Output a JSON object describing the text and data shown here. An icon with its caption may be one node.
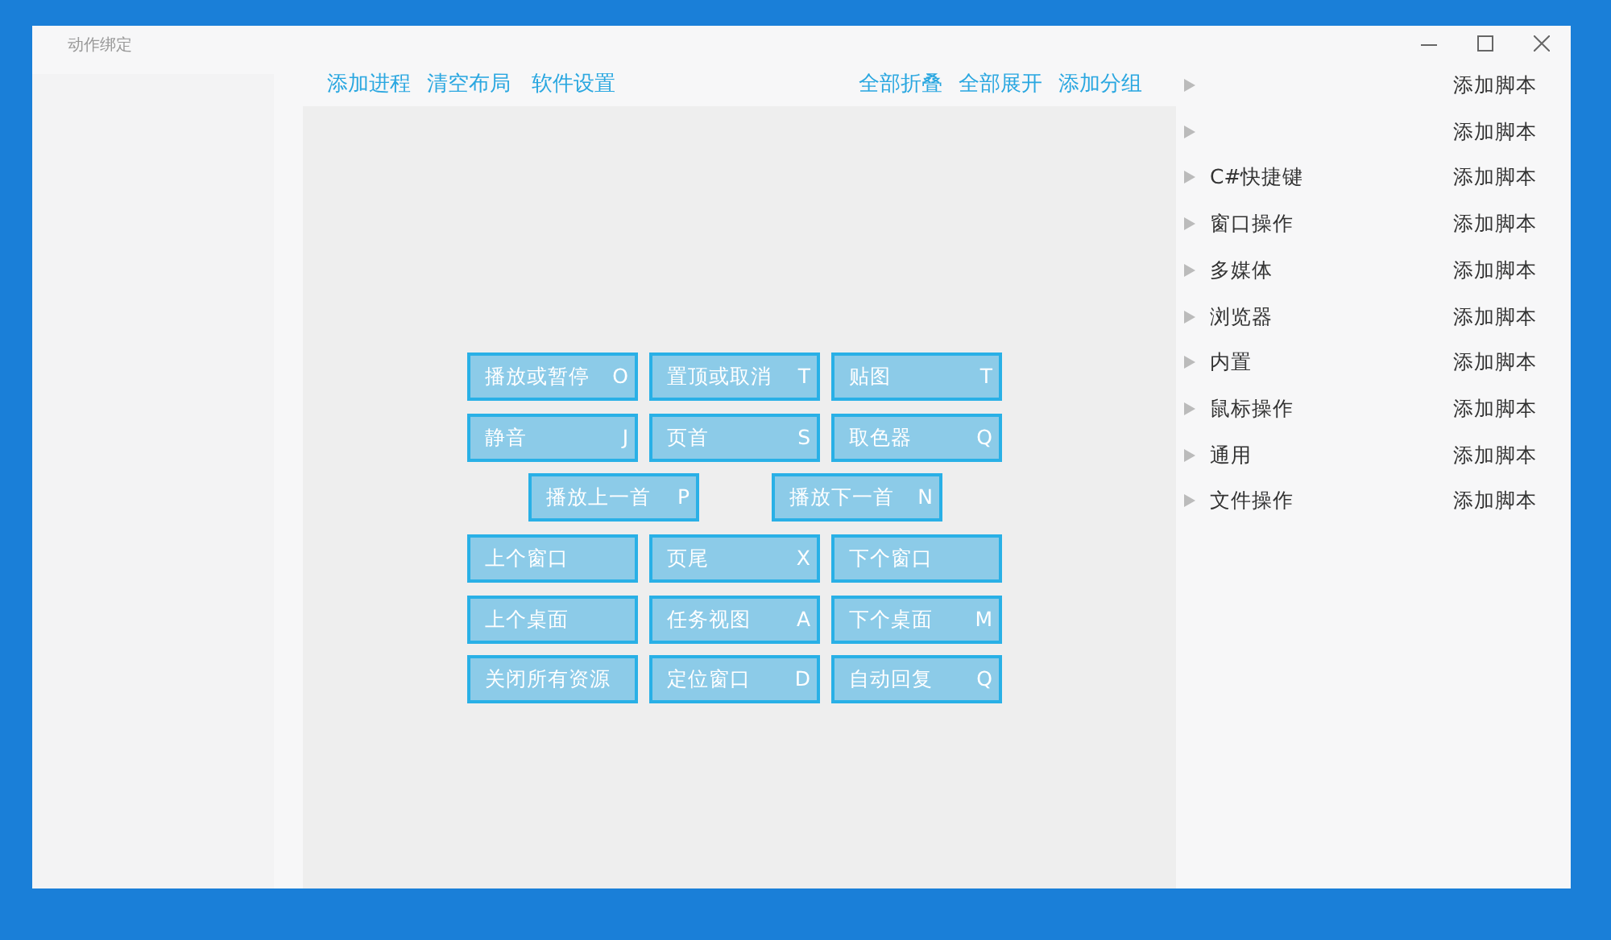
{
  "diagram": {
    "title": "动作绑定",
    "nodes": [
      {
        "text": [
          "播放或暂停",
          "O"
        ]
      },
      {
        "text": [
          "置顶或取消",
          "T"
        ]
      },
      {
        "text": [
          "贴图",
          "T"
        ]
      },
      {
        "text": [
          "静音",
          "J"
        ]
      },
      {
        "text": [
          "页首",
          "S"
        ]
      },
      {
        "text": [
          "取色器",
          "Q"
        ]
      },
      {
        "text": [
          "播放上一首",
          "P"
        ]
      },
      {
        "text": [
          "播放下一首",
          "N"
        ]
      },
      {
        "text": [
          "上个窗口"
        ]
      },
      {
        "text": [
          "页尾",
          "X"
        ]
      },
      {
        "text": [
          "下个窗口"
        ]
      },
      {
        "text": [
          "上个桌面"
        ]
      },
      {
        "text": [
          "任务视图",
          "A"
        ]
      },
      {
        "text": [
          "下个桌面",
          "M"
        ]
      },
      {
        "text": [
          "关闭所有资源"
        ]
      },
      {
        "text": [
          "定位窗口",
          "D"
        ]
      },
      {
        "text": [
          "自动回复",
          "Q"
        ]
      }
    ],
    "labels": [
      "添加进程",
      "清空布局",
      "软件设置",
      "全部折叠",
      "全部展开",
      "添加分组",
      "添加脚本",
      "添加脚本",
      "C#快捷键",
      "添加脚本",
      "窗口操作",
      "添加脚本",
      "多媒体",
      "添加脚本",
      "浏览器",
      "添加脚本",
      "内置",
      "添加脚本",
      "鼠标操作",
      "添加脚本",
      "通用",
      "添加脚本",
      "文件操作",
      "添加脚本"
    ]
  }
}
